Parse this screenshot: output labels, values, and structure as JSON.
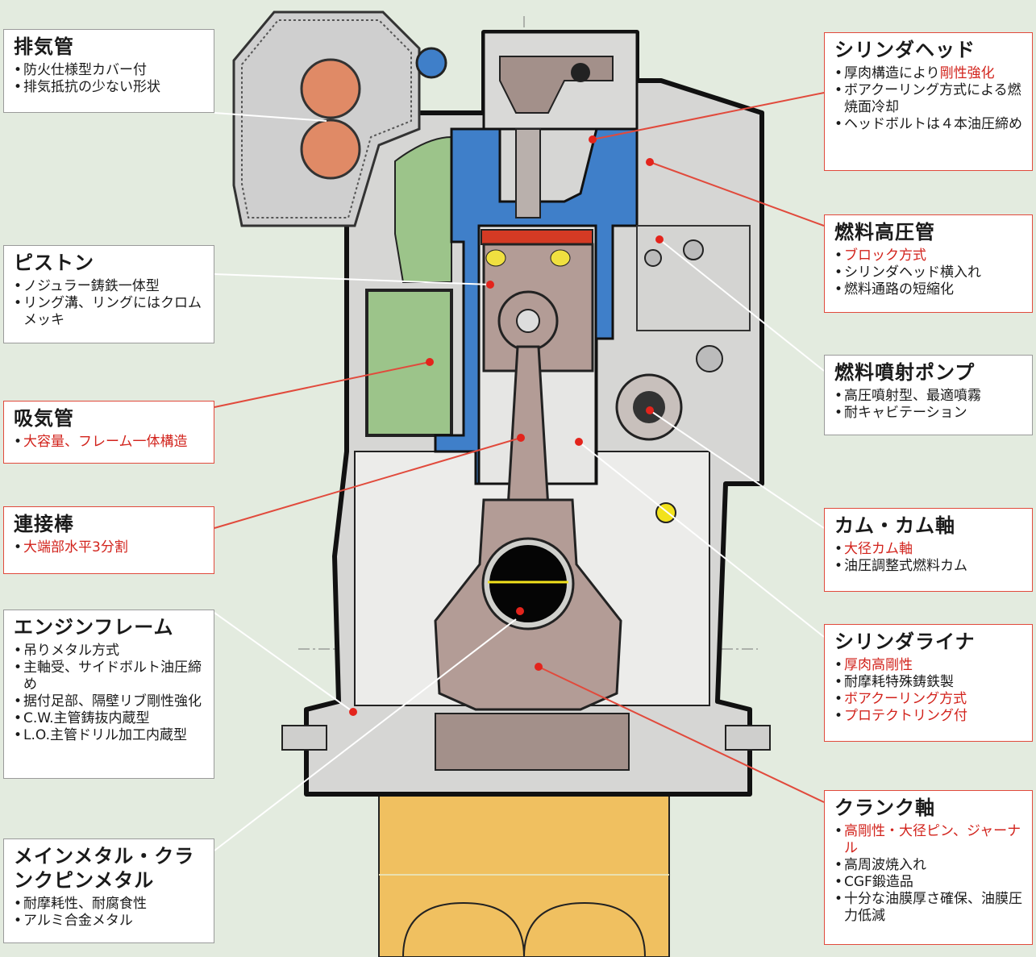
{
  "callouts": {
    "exhaust": {
      "title": "排気管",
      "items": [
        {
          "text": "防火仕様型カバー付",
          "hl": false
        },
        {
          "text": "排気抵抗の少ない形状",
          "hl": false
        }
      ]
    },
    "piston": {
      "title": "ピストン",
      "items": [
        {
          "text": "ノジュラー鋳鉄一体型",
          "hl": false
        },
        {
          "text": "リング溝、リングにはクロムメッキ",
          "hl": false
        }
      ]
    },
    "intake": {
      "title": "吸気管",
      "items": [
        {
          "text": "大容量、フレーム一体構造",
          "hl": true
        }
      ]
    },
    "conrod": {
      "title": "連接棒",
      "items": [
        {
          "text": "大端部水平3分割",
          "hl": true
        }
      ]
    },
    "frame": {
      "title": "エンジンフレーム",
      "items": [
        {
          "text": "吊りメタル方式",
          "hl": false
        },
        {
          "text": "主軸受、サイドボルト油圧締め",
          "hl": false
        },
        {
          "text": "据付足部、隔壁リブ剛性強化",
          "hl": false
        },
        {
          "text": "C.W.主管鋳抜内蔵型",
          "hl": false
        },
        {
          "text": "L.O.主管ドリル加工内蔵型",
          "hl": false
        }
      ]
    },
    "bearing": {
      "title": "メインメタル・クランクピンメタル",
      "items": [
        {
          "text": "耐摩耗性、耐腐食性",
          "hl": false
        },
        {
          "text": "アルミ合金メタル",
          "hl": false
        }
      ]
    },
    "head": {
      "title": "シリンダヘッド",
      "items": [
        {
          "text_plain": "厚肉構造により",
          "text_hl": "剛性強化"
        },
        {
          "text": "ボアクーリング方式による燃焼面冷却",
          "hl": false
        },
        {
          "text": "ヘッドボルトは４本油圧締め",
          "hl": false
        }
      ]
    },
    "fuelpipe": {
      "title": "燃料高圧管",
      "items": [
        {
          "text": "ブロック方式",
          "hl": true
        },
        {
          "text": "シリンダヘッド横入れ",
          "hl": false
        },
        {
          "text": "燃料通路の短縮化",
          "hl": false
        }
      ]
    },
    "pump": {
      "title": "燃料噴射ポンプ",
      "items": [
        {
          "text": "高圧噴射型、最適噴霧",
          "hl": false
        },
        {
          "text": "耐キャビテーション",
          "hl": false
        }
      ]
    },
    "cam": {
      "title": "カム・カム軸",
      "items": [
        {
          "text": "大径カム軸",
          "hl": true
        },
        {
          "text": "油圧調整式燃料カム",
          "hl": false
        }
      ]
    },
    "liner": {
      "title": "シリンダライナ",
      "items": [
        {
          "text": "厚肉高剛性",
          "hl": true
        },
        {
          "text": "耐摩耗特殊鋳鉄製",
          "hl": false
        },
        {
          "text": "ボアクーリング方式",
          "hl": true
        },
        {
          "text": "プロテクトリング付",
          "hl": true
        }
      ]
    },
    "crank": {
      "title": "クランク軸",
      "items": [
        {
          "text": "高剛性・大径ピン、ジャーナル",
          "hl": true
        },
        {
          "text": "高周波焼入れ",
          "hl": false
        },
        {
          "text": "CGF鍛造品",
          "hl": false
        },
        {
          "text": "十分な油膜厚さ確保、油膜圧力低減",
          "hl": false
        }
      ]
    }
  },
  "colors": {
    "background": "#e3ebdf",
    "water_jacket": "#3f7fc9",
    "intake_green": "#9cc48a",
    "exhaust_orange": "#e08a66",
    "moving_parts": "#b39c96",
    "oil_sump": "#f0c060",
    "leader_red": "#e14a3c",
    "leader_white": "#ffffff",
    "highlight_text": "#d2231c"
  }
}
